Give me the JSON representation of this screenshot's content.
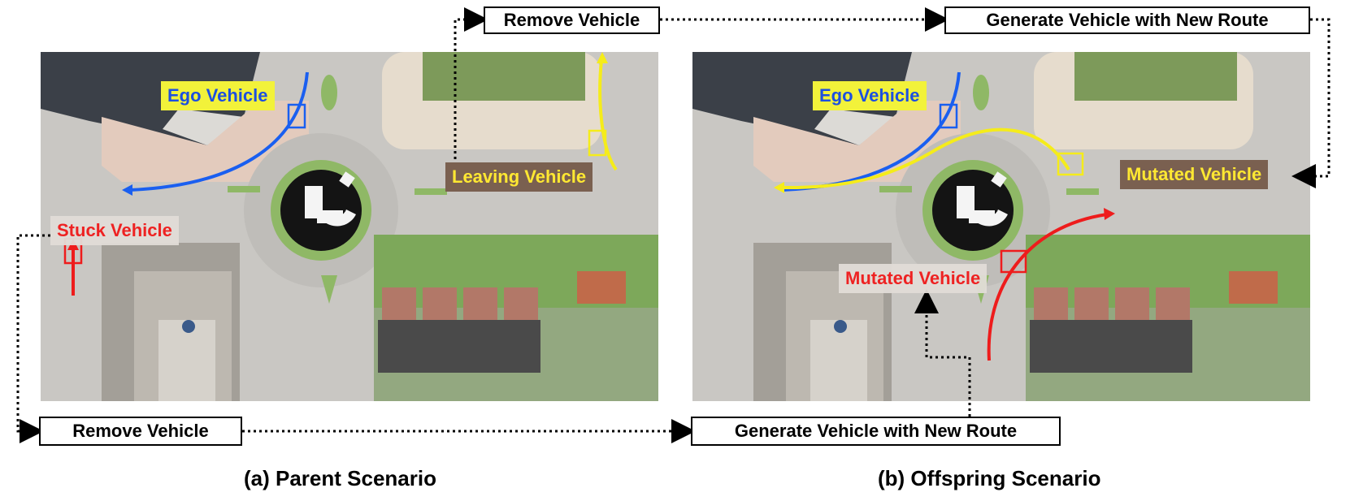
{
  "top_boxes": {
    "remove": "Remove Vehicle",
    "generate": "Generate Vehicle with New Route"
  },
  "bottom_boxes": {
    "remove": "Remove Vehicle",
    "generate": "Generate Vehicle with New Route"
  },
  "parent_scene": {
    "ego_label": "Ego Vehicle",
    "leaving_label": "Leaving Vehicle",
    "stuck_label": "Stuck Vehicle"
  },
  "offspring_scene": {
    "ego_label": "Ego Vehicle",
    "mutated_yellow_label": "Mutated Vehicle",
    "mutated_red_label": "Mutated Vehicle"
  },
  "captions": {
    "parent": "(a) Parent Scenario",
    "offspring": "(b) Offspring Scenario"
  },
  "colors": {
    "ego_path": "#1a5ff0",
    "yellow_path": "#f5ec1a",
    "red_path": "#ee1c1c",
    "road": "#c9c7c3",
    "grass": "#8fb866"
  }
}
